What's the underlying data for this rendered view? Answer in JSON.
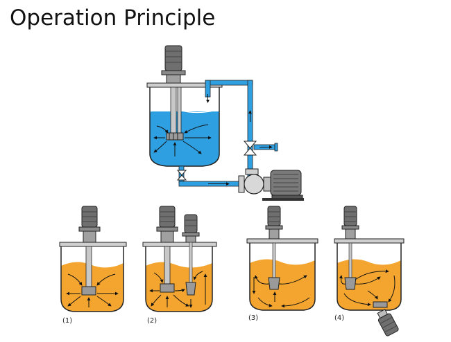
{
  "title": "Operation Principle",
  "colors": {
    "liquid_blue": "#2e9fe0",
    "liquid_orange": "#f3a530",
    "motor_gray": "#6f6f6f",
    "outline": "#222222"
  },
  "panels": [
    {
      "label": "(1)"
    },
    {
      "label": "(2)"
    },
    {
      "label": "(3)"
    },
    {
      "label": "(4)"
    }
  ]
}
